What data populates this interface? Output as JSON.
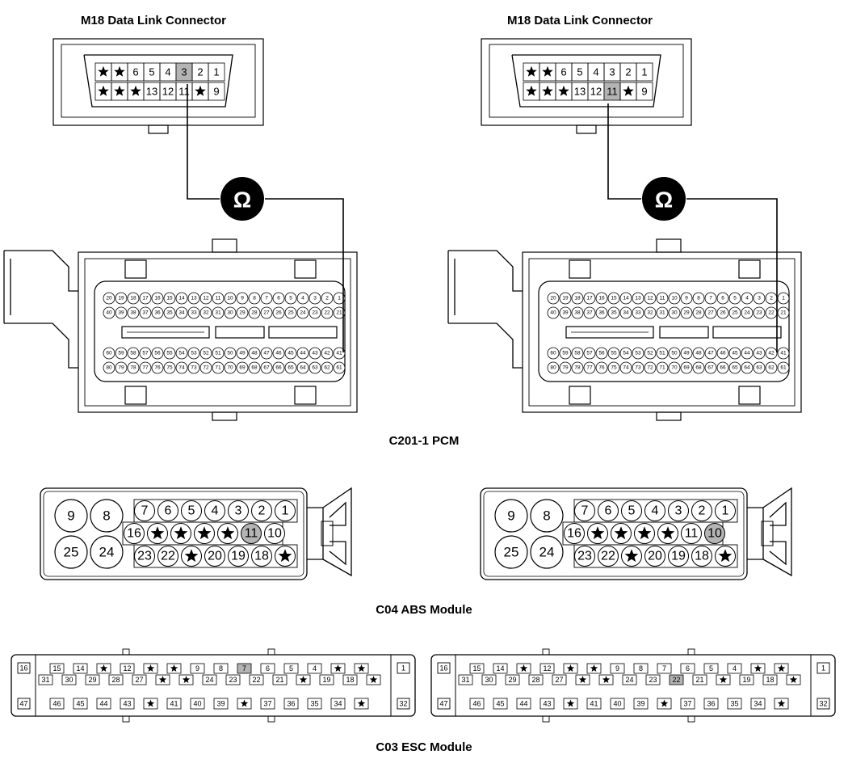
{
  "labels": {
    "dlc_left": "M18 Data Link Connector",
    "dlc_right": "M18 Data Link Connector",
    "pcm": "C201-1 PCM",
    "abs": "C04 ABS Module",
    "esc": "C03 ESC Module"
  },
  "meter_symbol": "Ω",
  "colors": {
    "highlight": "#b4b4b4",
    "line": "#000000",
    "background": "#ffffff"
  },
  "dlc": {
    "top_row": [
      "*",
      "*",
      "6",
      "5",
      "4",
      "3",
      "2",
      "1"
    ],
    "bottom_row": [
      "*",
      "*",
      "*",
      "13",
      "12",
      "11",
      "*",
      "9"
    ],
    "highlight_left": "3",
    "highlight_right": "11"
  },
  "pcm": {
    "row1": [
      "20",
      "19",
      "18",
      "17",
      "16",
      "15",
      "14",
      "13",
      "12",
      "11",
      "10",
      "9",
      "8",
      "7",
      "6",
      "5",
      "4",
      "3",
      "2",
      "1"
    ],
    "row2": [
      "40",
      "39",
      "38",
      "37",
      "36",
      "35",
      "34",
      "33",
      "32",
      "31",
      "30",
      "29",
      "28",
      "27",
      "26",
      "25",
      "24",
      "23",
      "22",
      "21"
    ],
    "row3": [
      "60",
      "59",
      "58",
      "57",
      "56",
      "55",
      "54",
      "53",
      "52",
      "51",
      "50",
      "49",
      "48",
      "47",
      "46",
      "45",
      "44",
      "43",
      "42",
      "41"
    ],
    "row4": [
      "80",
      "79",
      "78",
      "77",
      "76",
      "75",
      "74",
      "73",
      "72",
      "71",
      "70",
      "69",
      "68",
      "67",
      "66",
      "65",
      "64",
      "63",
      "62",
      "61"
    ],
    "probe_left": [
      "1",
      "41"
    ],
    "probe_right": [
      "1",
      "42"
    ]
  },
  "abs": {
    "big": [
      "9",
      "8",
      "25",
      "24"
    ],
    "row1": [
      "7",
      "6",
      "5",
      "4",
      "3",
      "2",
      "1"
    ],
    "row2": [
      "16",
      "*",
      "*",
      "*",
      "*",
      "11",
      "10"
    ],
    "row3": [
      "23",
      "22",
      "*",
      "20",
      "19",
      "18",
      "*"
    ],
    "highlight_left": "11",
    "highlight_right": "10"
  },
  "esc": {
    "top_left": "16",
    "top_right": "1",
    "bottom_left": "47",
    "bottom_right": "32",
    "row_a": [
      "15",
      "14",
      "*",
      "12",
      "*",
      "*",
      "9",
      "8",
      "7",
      "6",
      "5",
      "4",
      "*",
      "*"
    ],
    "row_b": [
      "31",
      "30",
      "29",
      "28",
      "27",
      "*",
      "*",
      "24",
      "23",
      "22",
      "21",
      "*",
      "19",
      "18",
      "*"
    ],
    "row_c": [
      "46",
      "45",
      "44",
      "43",
      "*",
      "41",
      "40",
      "39",
      "*",
      "37",
      "36",
      "35",
      "34",
      "*"
    ],
    "highlight_left": "7",
    "highlight_right": "22"
  }
}
